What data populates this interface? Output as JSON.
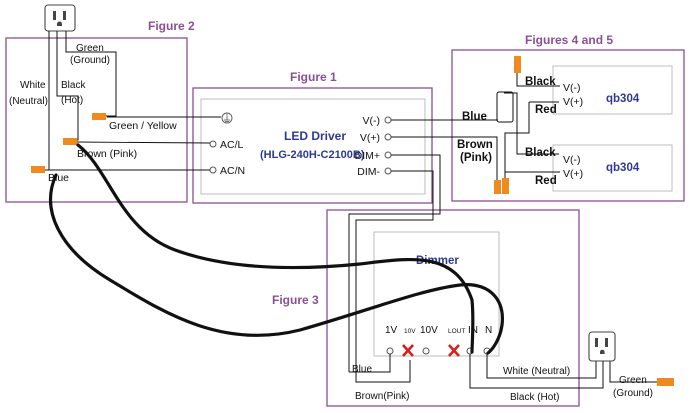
{
  "figures": {
    "fig1": "Figure 1",
    "fig2": "Figure 2",
    "fig3": "Figure 3",
    "fig45": "Figures 4 and 5"
  },
  "led_driver": {
    "title": "LED Driver",
    "model": "(HLG-240H-C2100B)",
    "terminals_left": [
      "AC/L",
      "AC/N"
    ],
    "terminals_right": [
      "V(-)",
      "V(+)",
      "DIM+",
      "DIM-"
    ]
  },
  "figure2": {
    "white": "White",
    "neutral": "(Neutral)",
    "black": "Black",
    "hot": "(Hot)",
    "green": "Green",
    "ground": "(Ground)",
    "green_yellow": "Green / Yellow",
    "brown_pink": "Brown (Pink)",
    "blue": "Blue"
  },
  "figure45": {
    "black": "Black",
    "red": "Red",
    "blue": "Blue",
    "brown": "Brown",
    "pink": "(Pink)",
    "vminus": "V(-)",
    "vplus": "V(+)",
    "module": "qb304"
  },
  "figure3": {
    "dimmer": "Dimmer",
    "t1v": "1V",
    "t10v_small": "10V",
    "t10v": "10V",
    "lout": "LOUT",
    "in": "IN",
    "n": "N",
    "blue": "Blue",
    "brown_pink": "Brown(Pink)",
    "white_neutral": "White (Neutral)",
    "black_hot": "Black (Hot)",
    "green": "Green",
    "ground": "(Ground)"
  },
  "colors": {
    "frame": "#8b4f96",
    "connector": "#f08a1e",
    "title_blue": "#2e3a8f",
    "x_red": "#d62020"
  }
}
